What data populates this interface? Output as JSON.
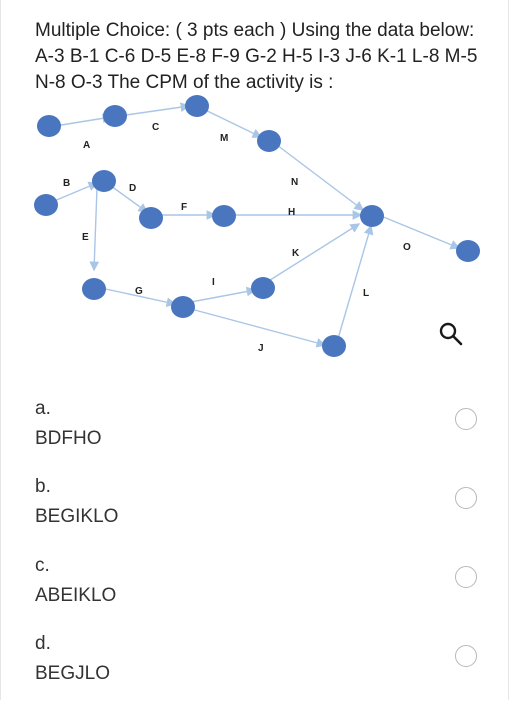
{
  "question": {
    "text": "Multiple Choice: ( 3 pts each ) Using the data below: A-3 B-1 C-6 D-5 E-8 F-9 G-2 H-5 I-3 J-6 K-1 L-8 M-5 N-8 O-3 The CPM of the activity is :"
  },
  "network": {
    "labels": {
      "A": "A",
      "B": "B",
      "C": "C",
      "D": "D",
      "E": "E",
      "F": "F",
      "G": "G",
      "H": "H",
      "I": "I",
      "J": "J",
      "K": "K",
      "L": "L",
      "M": "M",
      "N": "N",
      "O": "O"
    },
    "node_color": "#4a76c0",
    "edge_color": "#a9c6e6"
  },
  "search_icon": "search-icon",
  "options": [
    {
      "letter": "a.",
      "text": "BDFHO"
    },
    {
      "letter": "b.",
      "text": "BEGIKLO"
    },
    {
      "letter": "c.",
      "text": "ABEIKLO"
    },
    {
      "letter": "d.",
      "text": "BEGJLO"
    }
  ]
}
